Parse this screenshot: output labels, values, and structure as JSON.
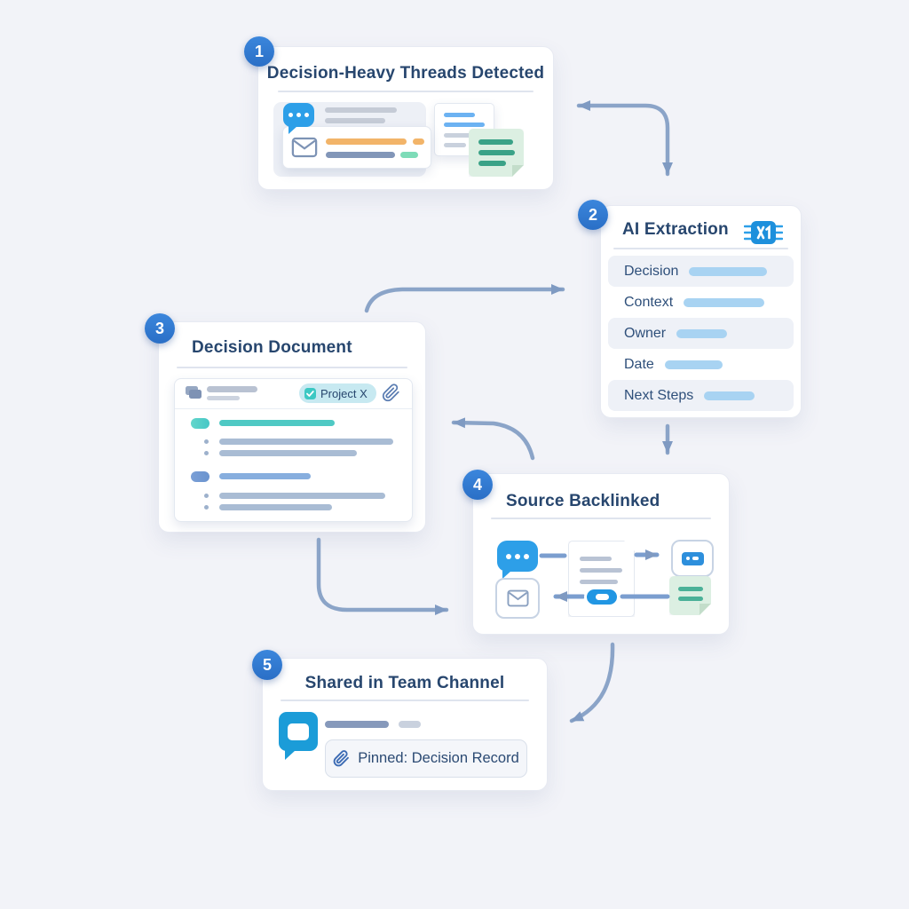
{
  "colors": {
    "background": "#f2f3f8",
    "card": "#ffffff",
    "title_text": "#27466e",
    "badge_blue": "#2e79cf",
    "connector": "#8ba4c8",
    "accent_blue": "#2d9fe8",
    "accent_teal": "#4fc9c4",
    "accent_green": "#3aa287",
    "accent_orange": "#f2b469",
    "field_bar_blue": "#a8d3f2"
  },
  "steps": [
    {
      "number": "1",
      "title": "Decision-Heavy Threads Detected"
    },
    {
      "number": "2",
      "title": "AI Extraction",
      "fields": [
        "Decision",
        "Context",
        "Owner",
        "Date",
        "Next Steps"
      ]
    },
    {
      "number": "3",
      "title": "Decision Document",
      "tag": "Project X"
    },
    {
      "number": "4",
      "title": "Source Backlinked"
    },
    {
      "number": "5",
      "title": "Shared in Team Channel",
      "pinned_label": "Pinned: Decision Record"
    }
  ],
  "icons": {
    "step1": [
      "chat-bubble-icon",
      "email-icon",
      "document-icon",
      "sticky-note-icon"
    ],
    "step2": [
      "ai-chip-icon"
    ],
    "step3": [
      "messages-icon",
      "check-icon",
      "paperclip-icon"
    ],
    "step4": [
      "chat-bubble-icon",
      "document-icon",
      "link-pill-icon",
      "chat-box-icon",
      "sticky-note-icon",
      "envelope-icon"
    ],
    "step5": [
      "speech-bubble-icon",
      "paperclip-icon"
    ]
  }
}
